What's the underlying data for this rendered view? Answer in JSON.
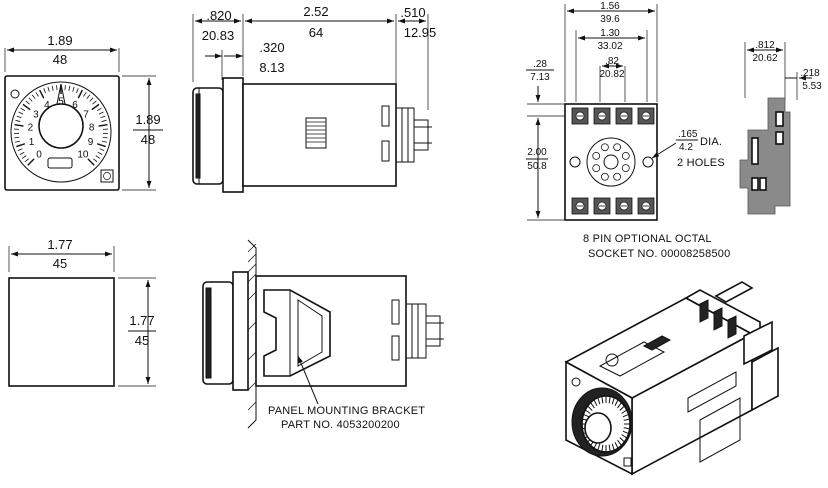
{
  "dimensions": {
    "front_width": {
      "in": "1.89",
      "mm": "48"
    },
    "front_height": {
      "in": "1.89",
      "mm": "48"
    },
    "side_front_depth": {
      "in": ".820",
      "mm": "20.83"
    },
    "side_body_length": {
      "in": "2.52",
      "mm": "64"
    },
    "side_pin_length": {
      "in": ".510",
      "mm": "12.95"
    },
    "side_bezel": {
      "in": ".320",
      "mm": "8.13"
    },
    "cutout_width": {
      "in": "1.77",
      "mm": "45"
    },
    "cutout_height": {
      "in": "1.77",
      "mm": "45"
    },
    "socket_width": {
      "in": "1.56",
      "mm": "39.6"
    },
    "socket_terminal_span": {
      "in": "1.30",
      "mm": "33.02"
    },
    "socket_inner_span": {
      "in": ".82",
      "mm": "20.82"
    },
    "socket_offset": {
      "in": ".28",
      "mm": "7.13"
    },
    "socket_height": {
      "in": "2.00",
      "mm": "50.8"
    },
    "socket_hole": {
      "in": ".165",
      "mm": "4.2"
    },
    "socket_side_depth": {
      "in": ".812",
      "mm": "20.62"
    },
    "socket_side_offset": {
      "in": ".218",
      "mm": "5.53"
    }
  },
  "labels": {
    "hole_note_suffix": "DIA.",
    "holes_count": "2 HOLES",
    "socket_line1": "8 PIN OPTIONAL OCTAL",
    "socket_line2": "SOCKET NO. 00008258500",
    "bracket_line1": "PANEL MOUNTING BRACKET",
    "bracket_line2": "PART NO. 4053200200"
  },
  "dial": {
    "scale_numbers": [
      "0",
      "1",
      "2",
      "3",
      "4",
      "5",
      "6",
      "7",
      "8",
      "9",
      "10"
    ]
  }
}
